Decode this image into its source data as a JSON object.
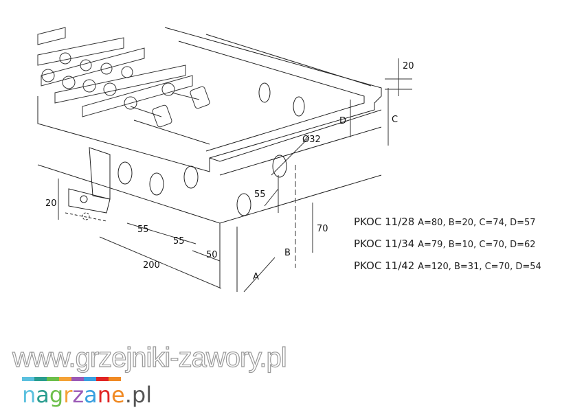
{
  "dimensions": {
    "top_height": "20",
    "c": "C",
    "d": "D",
    "diameter": "Ø32",
    "hole_spacing_vertical": "55",
    "height_70": "70",
    "b": "B",
    "a": "A",
    "bracket_height": "20",
    "hole_gap_1": "55",
    "hole_gap_2": "55",
    "edge_offset": "50",
    "first_hole": "200"
  },
  "specs": [
    {
      "model": "PKOC 11/28",
      "values": "A=80, B=20, C=74, D=57"
    },
    {
      "model": "PKOC 11/34",
      "values": "A=79, B=10, C=70, D=62"
    },
    {
      "model": "PKOC 11/42",
      "values": "A=120, B=31, C=70, D=54"
    }
  ],
  "watermark": "www.grzejniki-zawory.pl",
  "brand": {
    "letters": [
      "n",
      "a",
      "g",
      "r",
      "z",
      "a",
      "n",
      "e"
    ],
    "suffix": ".pl",
    "colors": [
      "#5bc0de",
      "#2a9d8f",
      "#6cbf4a",
      "#f4a236",
      "#9b59b6",
      "#3aa0e0",
      "#e02424",
      "#f08a24"
    ]
  }
}
